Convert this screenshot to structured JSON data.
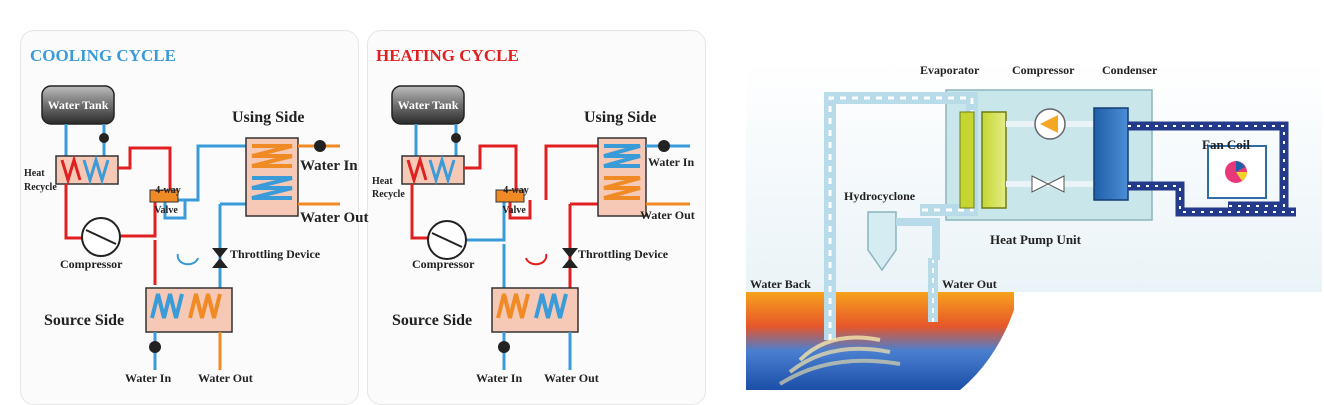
{
  "cycles": [
    {
      "title": "COOLING CYCLE",
      "title_color": "#3a9bd9",
      "water_tank": "Water Tank",
      "heat": "Heat",
      "recycle": "Recycle",
      "valve_top": "4-way",
      "valve_bottom": "Valve",
      "compressor": "Compressor",
      "using_side": "Using Side",
      "water_in_top": "Water In",
      "water_out_top": "Water Out",
      "throttling": "Throttling Device",
      "source_side": "Source Side",
      "water_in_bottom": "Water In",
      "water_out_bottom": "Water Out"
    },
    {
      "title": "HEATING CYCLE",
      "title_color": "#e02020",
      "water_tank": "Water Tank",
      "heat": "Heat",
      "recycle": "Recycle",
      "valve_top": "4-way",
      "valve_bottom": "Valve",
      "compressor": "Compressor",
      "using_side": "Using Side",
      "water_in_top": "Water In",
      "water_out_top": "Water Out",
      "throttling": "Throttling Device",
      "source_side": "Source Side",
      "water_in_bottom": "Water In",
      "water_out_bottom": "Water Out"
    }
  ],
  "unit": {
    "evaporator": "Evaporator",
    "compressor": "Compressor",
    "condenser": "Condenser",
    "fan_coil": "Fan Coil",
    "hydrocyclone": "Hydrocyclone",
    "heat_pump_unit": "Heat Pump Unit",
    "water_back": "Water Back",
    "water_out": "Water Out"
  },
  "colors": {
    "hot": "#e02020",
    "cold": "#3a9bd9",
    "orange": "#f08a24"
  }
}
